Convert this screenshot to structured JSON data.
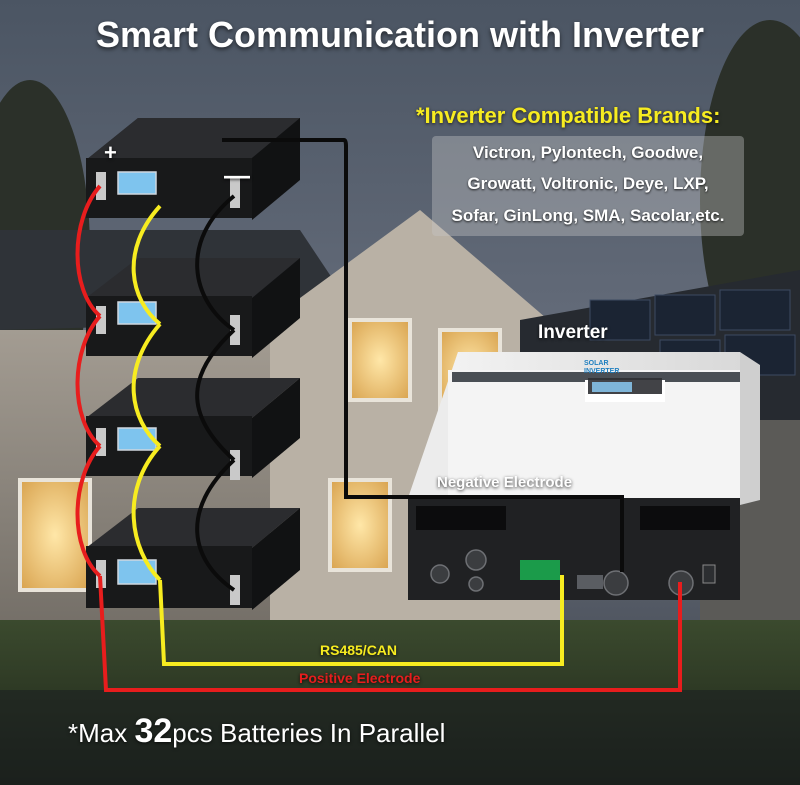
{
  "title": "Smart Communication with Inverter",
  "brands": {
    "heading": "*Inverter Compatible Brands:",
    "lines": [
      "Victron, Pylontech, Goodwe,",
      "Growatt, Voltronic, Deye, LXP,",
      "Sofar, GinLong, SMA, Sacolar,etc."
    ]
  },
  "labels": {
    "inverter": "Inverter",
    "negative_electrode": "Negative Electrode",
    "rs485": "RS485/CAN",
    "positive_electrode": "Positive Electrode",
    "plus": "+",
    "minus": "—"
  },
  "inverter_logo": [
    "SOLAR",
    "INVERTER"
  ],
  "footer": {
    "prefix": "*Max ",
    "count": "32",
    "suffix": "pcs Batteries In Parallel"
  },
  "colors": {
    "positive": "#e81d1d",
    "negative": "#111111",
    "rs485": "#f7ec20",
    "accent_text": "#f7ec20"
  },
  "battery_count_shown": 4
}
